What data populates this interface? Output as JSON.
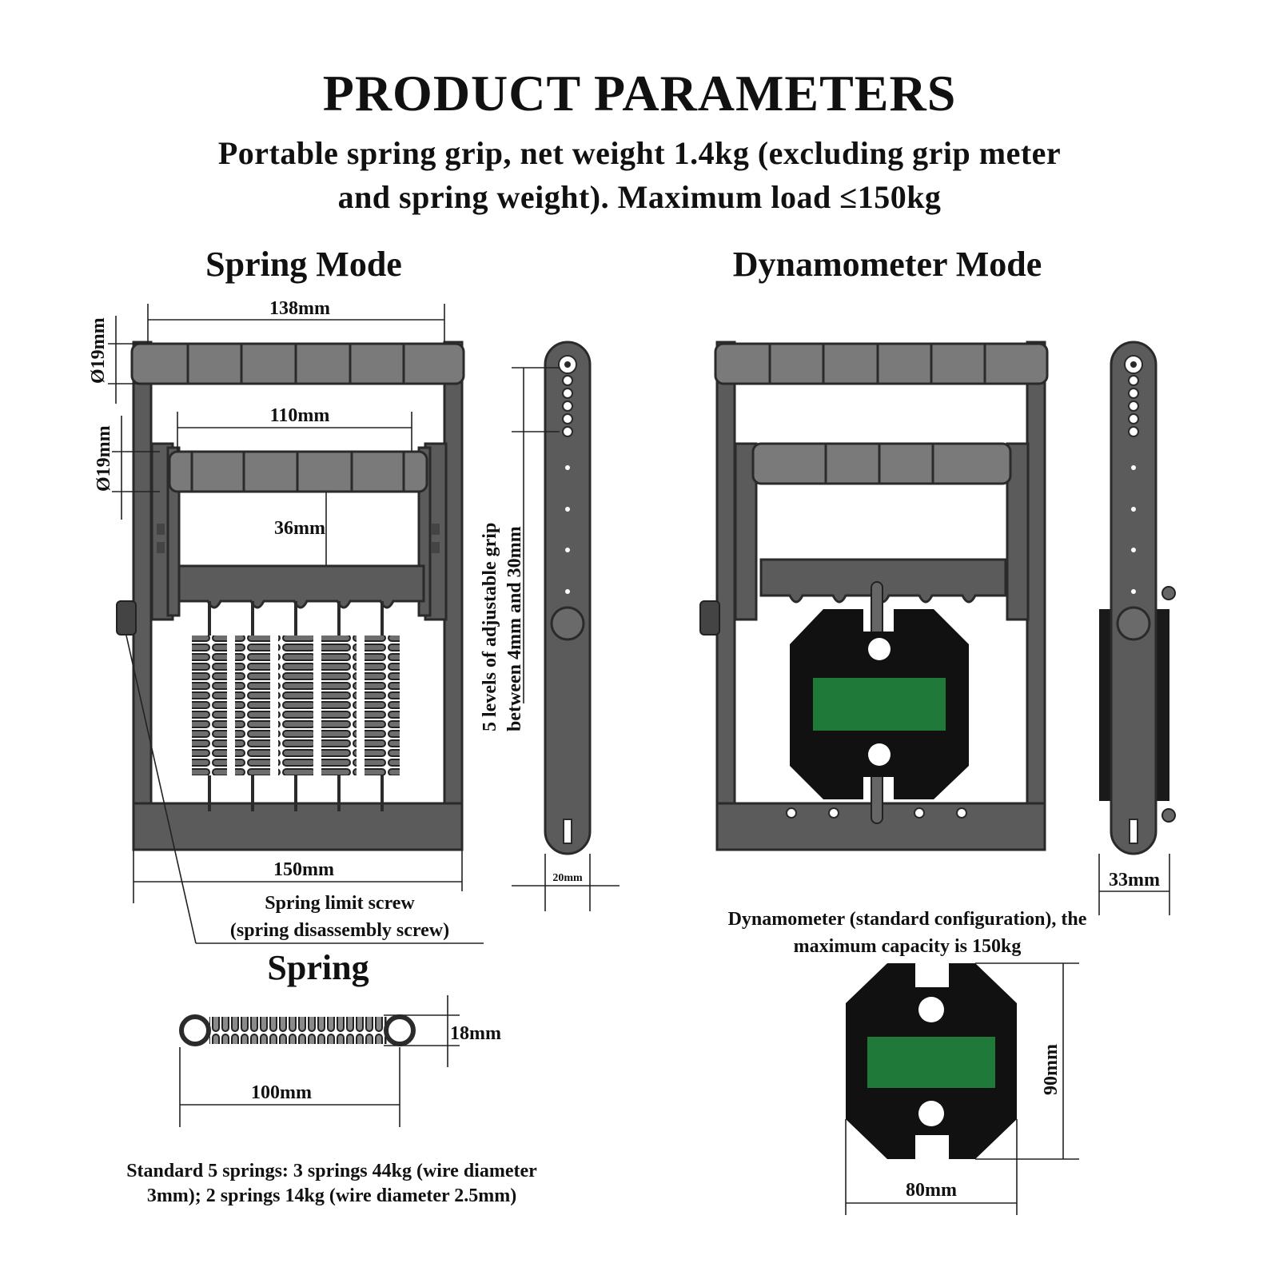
{
  "header": {
    "title": "PRODUCT PARAMETERS",
    "subtitle_line1": "Portable spring grip, net weight 1.4kg (excluding grip meter",
    "subtitle_line2": "and spring weight). Maximum load ≤150kg"
  },
  "spring_mode": {
    "heading": "Spring Mode",
    "dims": {
      "top_width": "138mm",
      "top_diameter": "Ø19mm",
      "inner_width": "110mm",
      "inner_diameter": "Ø19mm",
      "gap": "36mm",
      "base_width": "150mm",
      "side_thickness": "20mm"
    },
    "adjust_label_line1": "5 levels of adjustable grip",
    "adjust_label_line2": "between 4mm and 30mm",
    "screw_label_line1": "Spring limit screw",
    "screw_label_line2": "(spring disassembly screw)"
  },
  "spring": {
    "heading": "Spring",
    "length": "100mm",
    "diameter": "18mm",
    "note_line1": "Standard 5 springs: 3 springs 44kg (wire diameter",
    "note_line2": "3mm); 2 springs 14kg (wire diameter 2.5mm)"
  },
  "dynamometer_mode": {
    "heading": "Dynamometer Mode",
    "side_thickness": "33mm",
    "caption_line1": "Dynamometer (standard configuration), the",
    "caption_line2": "maximum capacity is 150kg",
    "meter_width": "80mm",
    "meter_height": "90mm"
  },
  "colors": {
    "frame": "#5b5b5b",
    "roller": "#7a7a7a",
    "meter_body": "#111111",
    "display": "#1f7a3a"
  }
}
